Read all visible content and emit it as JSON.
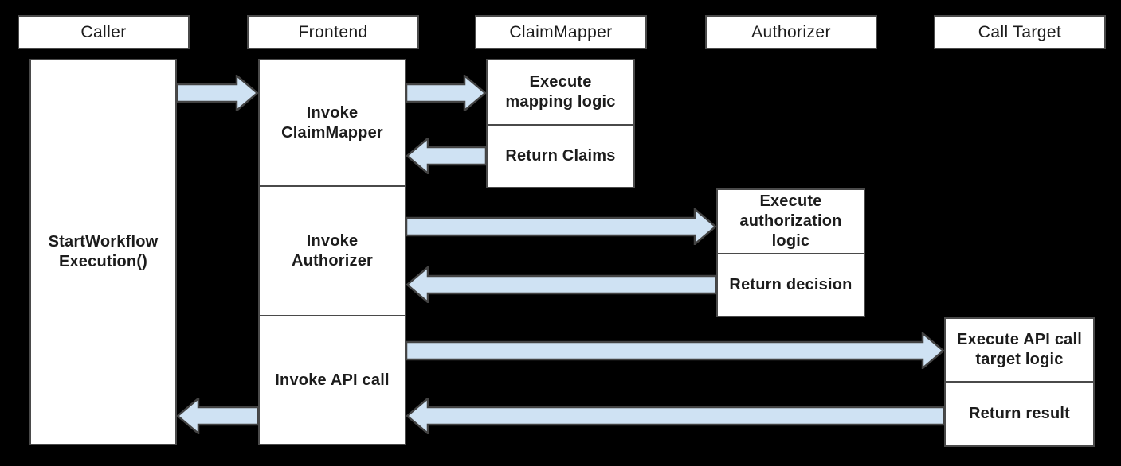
{
  "colors": {
    "background": "#000000",
    "box_fill": "#ffffff",
    "box_border": "#4a4a4a",
    "arrow_fill": "#cfe2f3",
    "arrow_border": "#434343",
    "text": "#1c1c1c"
  },
  "lanes": [
    {
      "id": "caller",
      "header": "Caller"
    },
    {
      "id": "frontend",
      "header": "Frontend"
    },
    {
      "id": "claimmapper",
      "header": "ClaimMapper"
    },
    {
      "id": "authorizer",
      "header": "Authorizer"
    },
    {
      "id": "call-target",
      "header": "Call Target"
    }
  ],
  "sequence": {
    "caller": {
      "activation_label": "StartWorkflow\nExecution()"
    },
    "frontend_steps": [
      {
        "label": "Invoke\nClaimMapper"
      },
      {
        "label": "Invoke\nAuthorizer"
      },
      {
        "label": "Invoke API call"
      }
    ],
    "claimmapper_steps": [
      {
        "label": "Execute\nmapping logic"
      },
      {
        "label": "Return Claims"
      }
    ],
    "authorizer_steps": [
      {
        "label": "Execute\nauthorization\nlogic"
      },
      {
        "label": "Return decision"
      }
    ],
    "call_target_steps": [
      {
        "label": "Execute API call\ntarget logic"
      },
      {
        "label": "Return result"
      }
    ]
  },
  "arrows": [
    {
      "from": "Caller",
      "to": "Frontend",
      "direction": "right"
    },
    {
      "from": "Frontend",
      "to": "ClaimMapper",
      "direction": "right"
    },
    {
      "from": "ClaimMapper",
      "to": "Frontend",
      "direction": "left"
    },
    {
      "from": "Frontend",
      "to": "Authorizer",
      "direction": "right"
    },
    {
      "from": "Authorizer",
      "to": "Frontend",
      "direction": "left"
    },
    {
      "from": "Frontend",
      "to": "Call Target",
      "direction": "right"
    },
    {
      "from": "Call Target",
      "to": "Frontend",
      "direction": "left"
    },
    {
      "from": "Frontend",
      "to": "Caller",
      "direction": "left"
    }
  ]
}
